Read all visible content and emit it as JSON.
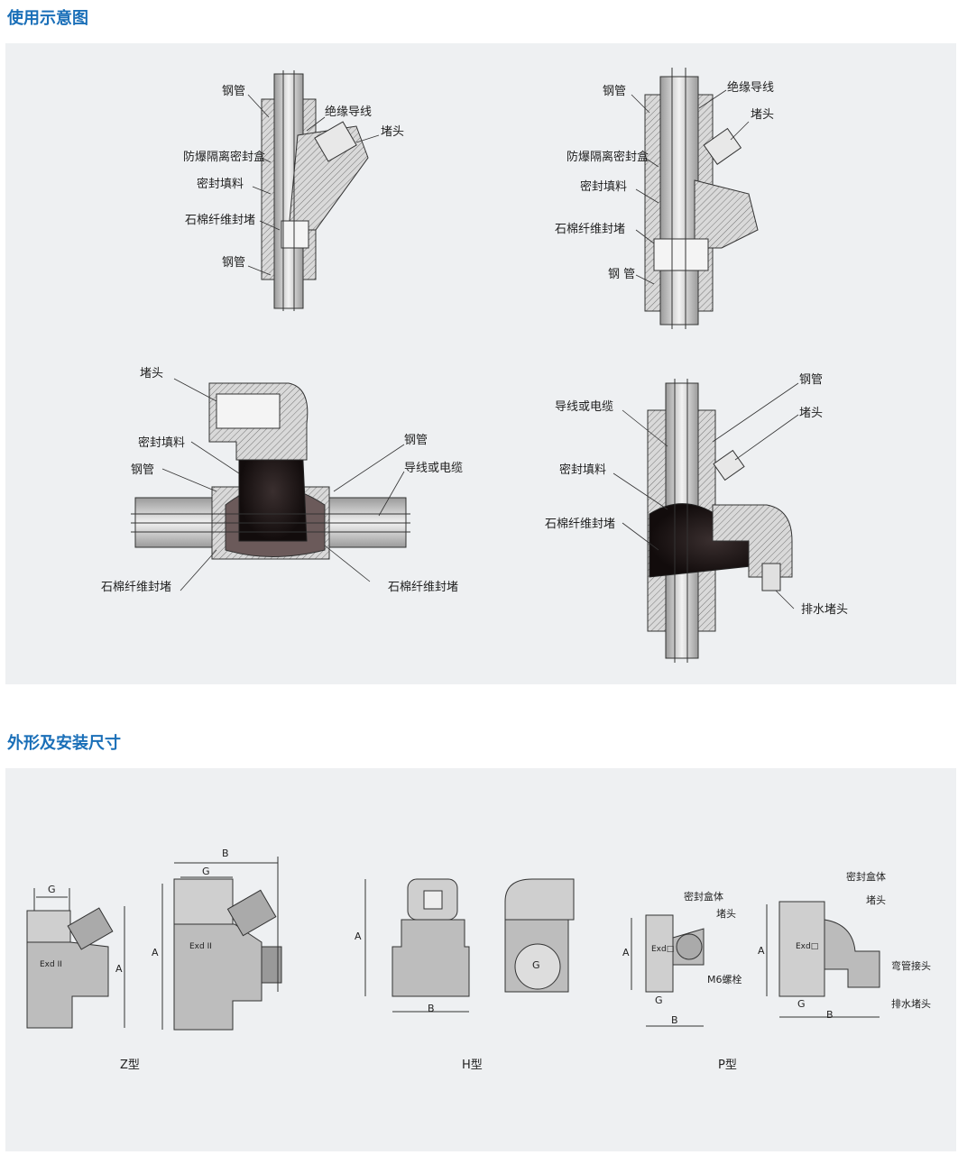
{
  "section1": {
    "title": "使用示意图"
  },
  "section2": {
    "title": "外形及安装尺寸"
  },
  "diagram1": {
    "labels": [
      "钢管",
      "绝缘导线",
      "堵头",
      "防爆隔离密封盒",
      "密封填料",
      "石棉纤维封堵",
      "钢管"
    ]
  },
  "diagram2": {
    "labels": [
      "钢管",
      "绝缘导线",
      "堵头",
      "防爆隔离密封盒",
      "密封填料",
      "石棉纤维封堵",
      "钢 管"
    ]
  },
  "diagram3": {
    "labels": [
      "堵头",
      "密封填料",
      "钢管",
      "钢管",
      "导线或电缆",
      "石棉纤维封堵",
      "石棉纤维封堵"
    ]
  },
  "diagram4": {
    "labels": [
      "钢管",
      "导线或电缆",
      "堵头",
      "密封填料",
      "石棉纤维封堵",
      "排水堵头"
    ]
  },
  "dims": {
    "Z": {
      "caption": "Z型",
      "a": "A",
      "b": "B",
      "g": "G",
      "g2": "G",
      "mark": "Exd II"
    },
    "H": {
      "caption": "H型",
      "a": "A",
      "b": "B",
      "g": "G"
    },
    "P": {
      "caption": "P型",
      "a": "A",
      "b": "B",
      "g": "G",
      "a2": "A",
      "b2": "B",
      "g2": "G",
      "mark": "Exd□",
      "labels": [
        "密封盒体",
        "堵头",
        "M6螺栓",
        "密封盒体",
        "堵头",
        "弯管接头",
        "排水堵头"
      ]
    }
  }
}
